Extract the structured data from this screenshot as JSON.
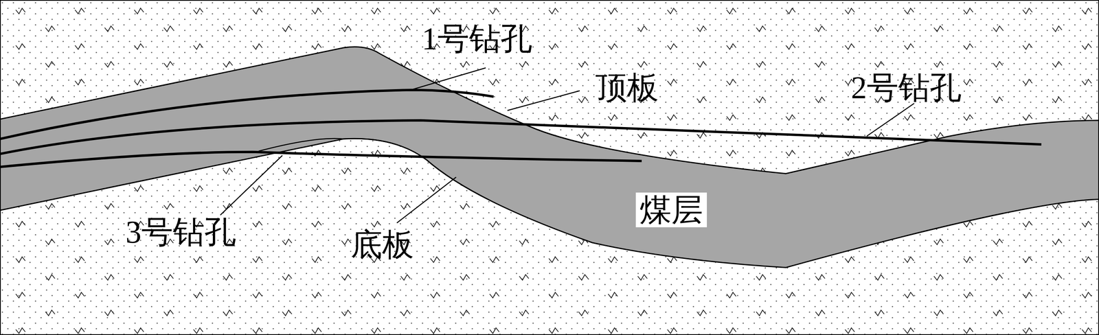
{
  "diagram": {
    "labels": [
      "1号钻孔",
      "顶板",
      "2号钻孔",
      "3号钻孔",
      "底板",
      "煤层"
    ]
  }
}
